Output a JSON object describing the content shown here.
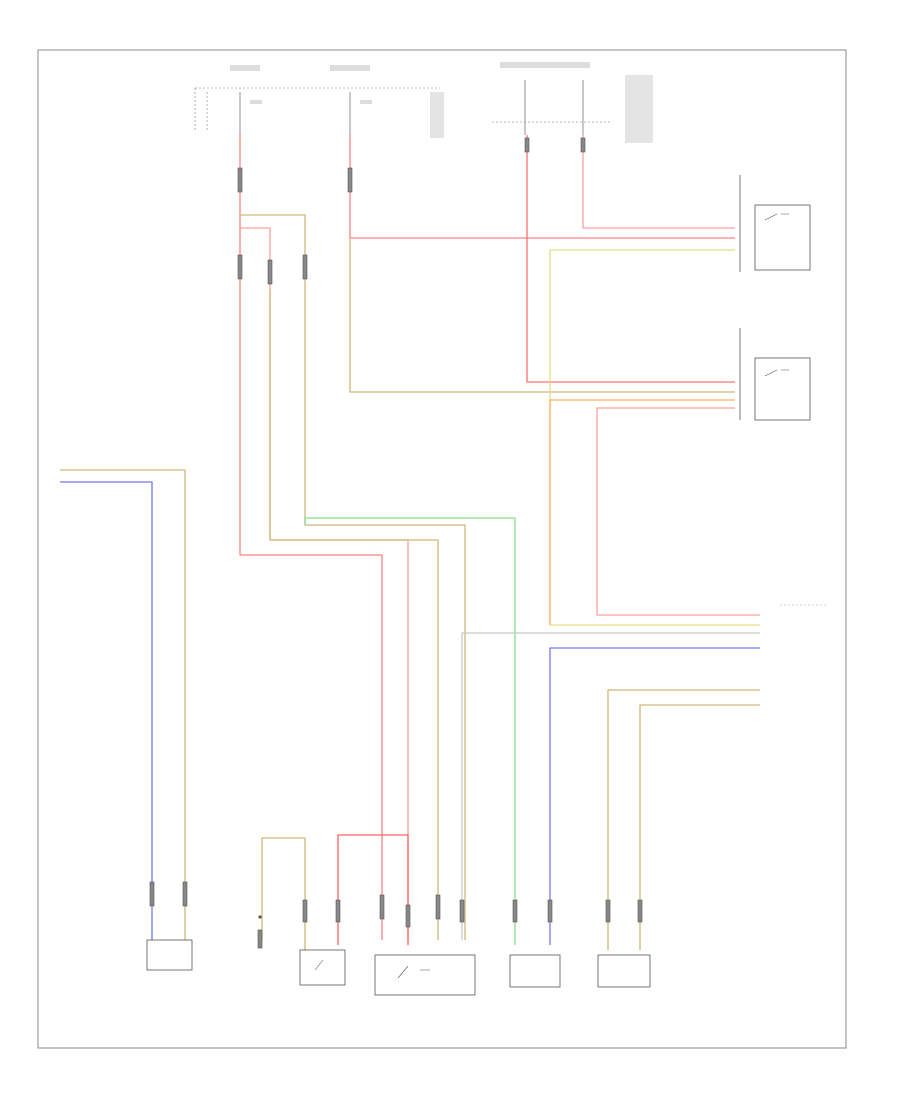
{
  "diagram": {
    "page_number": "",
    "colors": {
      "red": "#ff7f7f",
      "tan": "#cdb878",
      "pink": "#ff9f9f",
      "yellow": "#e8dc88",
      "blue": "#7777ee",
      "green": "#88dd88",
      "orange": "#ffb060",
      "grey": "#c8c8c8"
    },
    "components": [
      {
        "id": "compressor-relay",
        "caption": ""
      },
      {
        "id": "ground-point",
        "caption": ""
      },
      {
        "id": "aftershock-relay",
        "caption": ""
      },
      {
        "id": "aux-coolant-pump",
        "caption": ""
      },
      {
        "id": "coolant-temp-sender",
        "caption": ""
      },
      {
        "id": "engine-control-module",
        "caption": ""
      }
    ]
  }
}
